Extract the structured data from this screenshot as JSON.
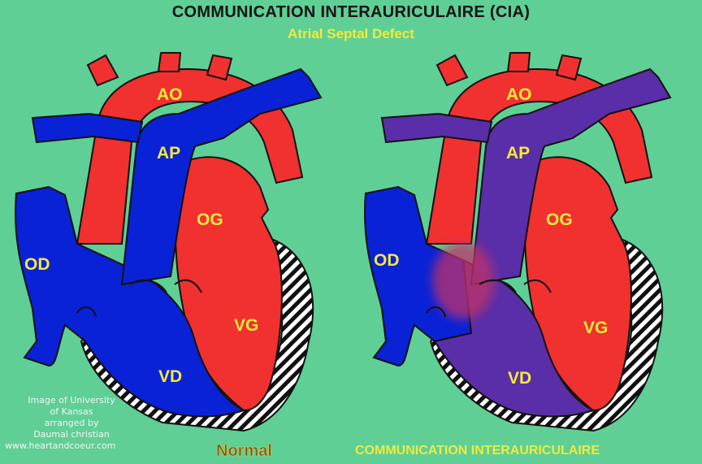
{
  "title": "COMMUNICATION INTERAURICULAIRE  (CIA)",
  "subtitle": "Atrial Septal Defect",
  "labels": {
    "ao": "AO",
    "ap": "AP",
    "og": "OG",
    "od": "OD",
    "vg": "VG",
    "vd": "VD"
  },
  "credit": {
    "line1": "Image of University",
    "line2": "of Kansas",
    "line3": "arranged by",
    "line4": "Daumal christian",
    "line5": "www.heartandcoeur.com"
  },
  "captions": {
    "left": "Normal",
    "right": "COMMUNICATION INTERAURICULAIRE"
  },
  "colors": {
    "background": "#5fcf96",
    "oxygenated": "#f0312f",
    "deoxygenated": "#0a22d6",
    "mixed": "#5a2ea8",
    "label": "#f2ea3a"
  }
}
